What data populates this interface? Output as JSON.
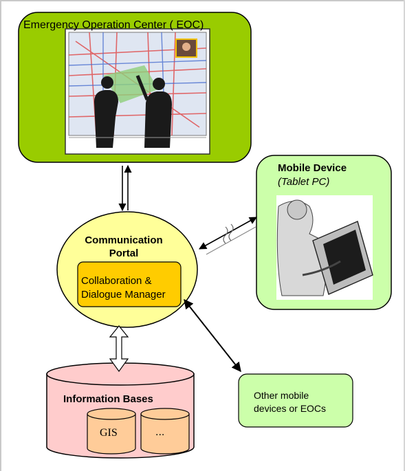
{
  "eoc": {
    "title": "Emergency Operation Center ( EOC)"
  },
  "mobile": {
    "title": "Mobile Device",
    "subtitle": "(Tablet PC)"
  },
  "portal": {
    "title_line1": "Communication",
    "title_line2": "Portal"
  },
  "manager": {
    "line1": "Collaboration &",
    "line2": "Dialogue Manager"
  },
  "info_bases": {
    "title": "Information Bases",
    "db1": "GIS",
    "db2": "..."
  },
  "other": {
    "line1": "Other mobile",
    "line2": "devices or EOCs"
  },
  "colors": {
    "eoc_fill": "#99cc00",
    "mobile_fill": "#ccffaa",
    "portal_fill": "#ffff99",
    "manager_fill": "#ffcc00",
    "info_fill": "#ffcccc",
    "db_fill": "#ffcc99",
    "other_fill": "#ccffaa"
  }
}
